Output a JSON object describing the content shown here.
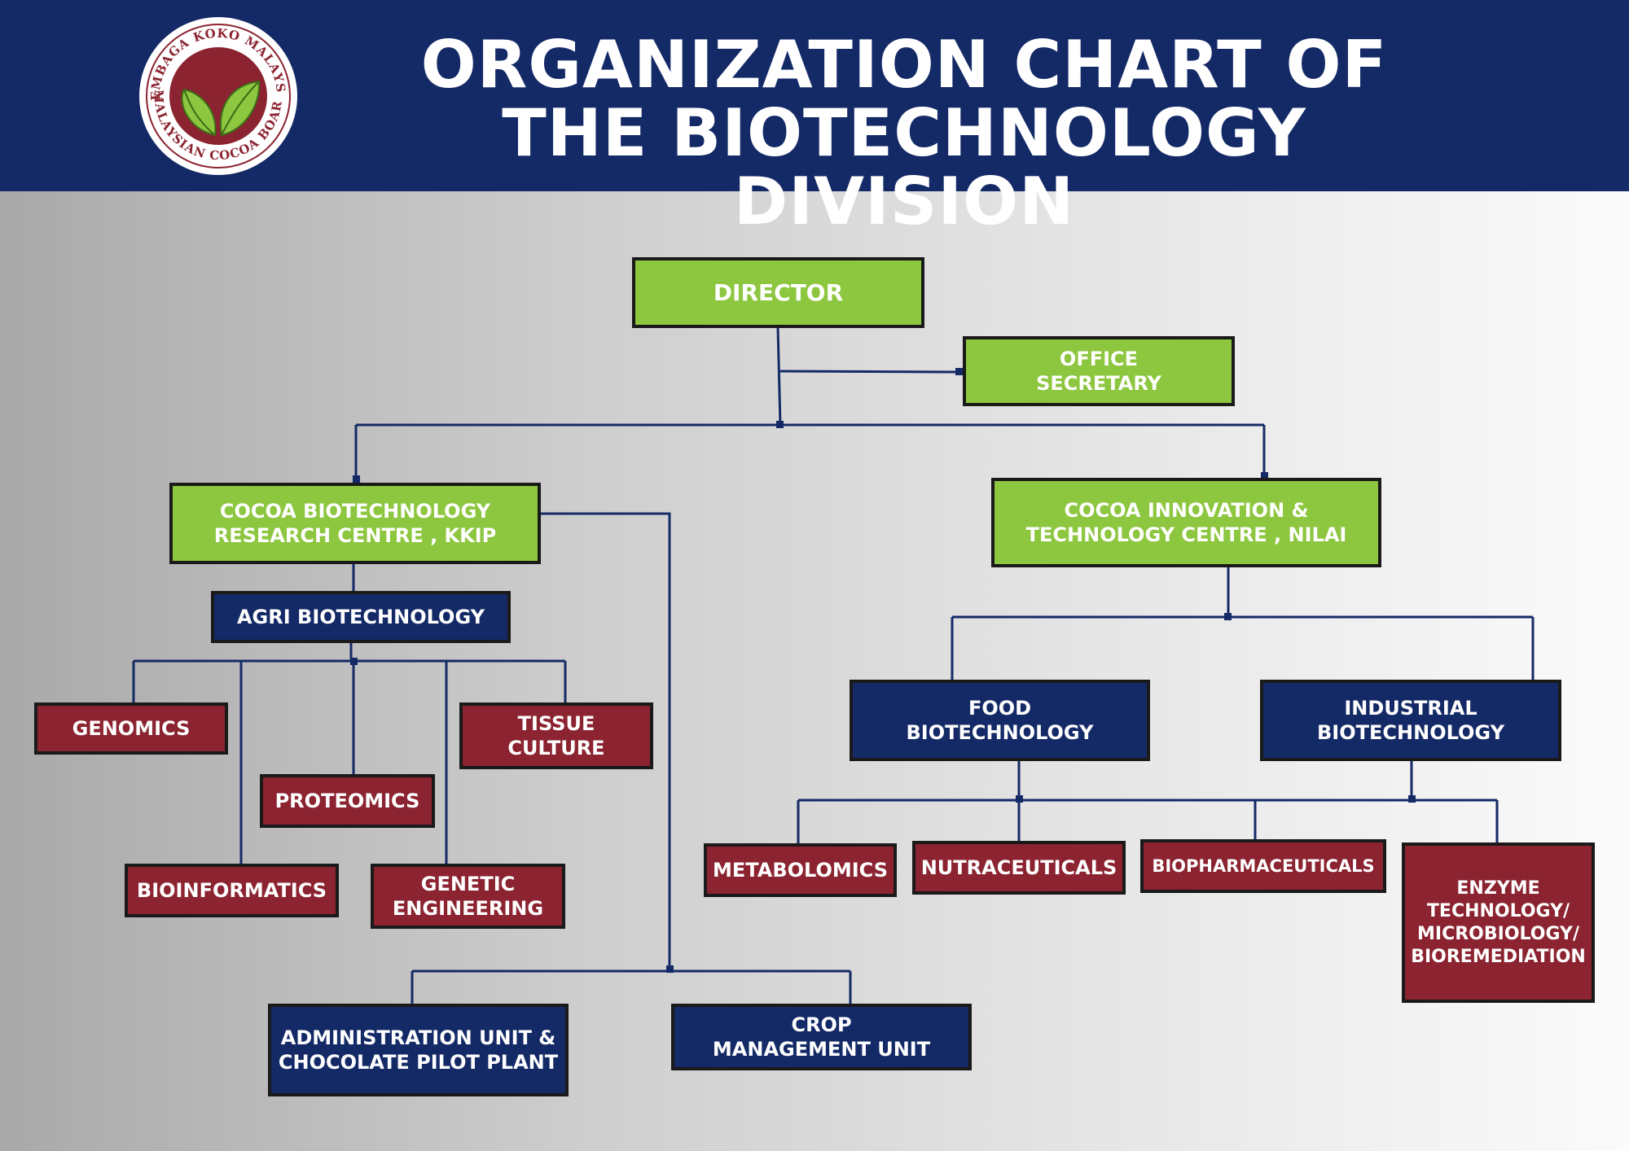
{
  "header": {
    "title_line1": "ORGANIZATION CHART OF",
    "title_line2": "THE BIOTECHNOLOGY DIVISION",
    "logo": {
      "top_text": "LEMBAGA KOKO MALAYSIA",
      "bottom_text": "MALAYSIAN COCOA BOARD",
      "icon": "cocoa-leaves-icon"
    }
  },
  "colors": {
    "header_bg": "#142a67",
    "green_box": "#8dc63f",
    "navy_box": "#142a67",
    "red_box": "#8b2330",
    "connector": "#142a67"
  },
  "nodes": {
    "director": {
      "lines": [
        "DIRECTOR"
      ]
    },
    "office_secretary": {
      "lines": [
        "OFFICE",
        "SECRETARY"
      ]
    },
    "kkip": {
      "lines": [
        "COCOA BIOTECHNOLOGY",
        "RESEARCH CENTRE , KKIP"
      ]
    },
    "nilai": {
      "lines": [
        "COCOA INNOVATION &",
        "TECHNOLOGY CENTRE , NILAI"
      ]
    },
    "agri_biotech": {
      "lines": [
        "AGRI BIOTECHNOLOGY"
      ]
    },
    "genomics": {
      "lines": [
        "GENOMICS"
      ]
    },
    "proteomics": {
      "lines": [
        "PROTEOMICS"
      ]
    },
    "tissue_culture": {
      "lines": [
        "TISSUE",
        "CULTURE"
      ]
    },
    "bioinformatics": {
      "lines": [
        "BIOINFORMATICS"
      ]
    },
    "genetic_engineering": {
      "lines": [
        "GENETIC",
        "ENGINEERING"
      ]
    },
    "admin_unit": {
      "lines": [
        "ADMINISTRATION UNIT &",
        "CHOCOLATE PILOT PLANT"
      ]
    },
    "crop_mgmt": {
      "lines": [
        "CROP",
        "MANAGEMENT UNIT"
      ]
    },
    "food_biotech": {
      "lines": [
        "FOOD",
        "BIOTECHNOLOGY"
      ]
    },
    "industrial_biotech": {
      "lines": [
        "INDUSTRIAL",
        "BIOTECHNOLOGY"
      ]
    },
    "metabolomics": {
      "lines": [
        "METABOLOMICS"
      ]
    },
    "nutraceuticals": {
      "lines": [
        "NUTRACEUTICALS"
      ]
    },
    "biopharmaceuticals": {
      "lines": [
        "BIOPHARMACEUTICALS"
      ]
    },
    "enzyme": {
      "lines": [
        "ENZYME",
        "TECHNOLOGY/",
        "MICROBIOLOGY/",
        "BIOREMEDIATION"
      ]
    }
  }
}
